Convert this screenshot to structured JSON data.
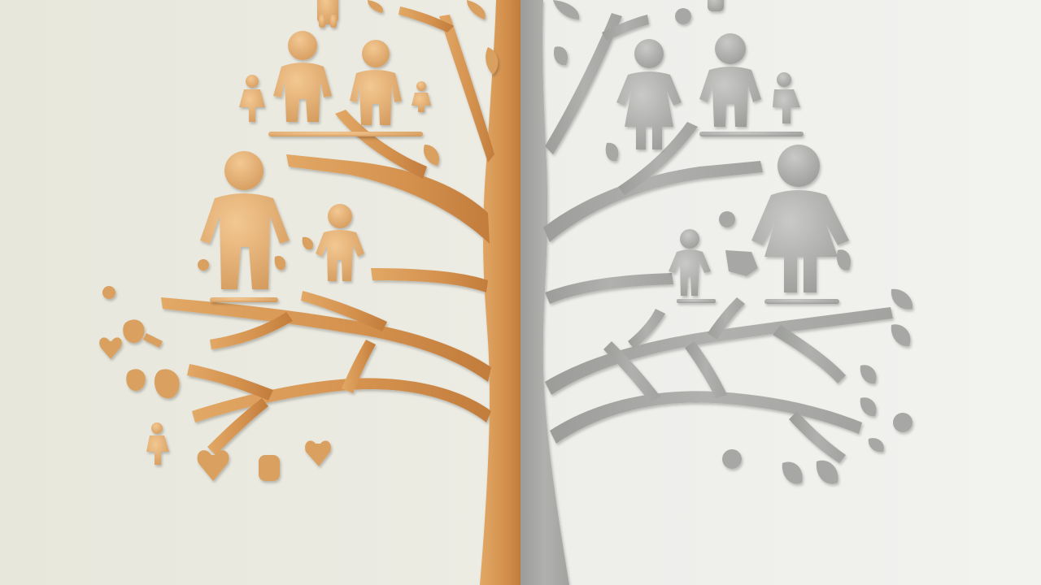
{
  "illustration": {
    "subject": "family-tree",
    "halves": [
      {
        "side": "left",
        "tone": "warm",
        "color": "#d79a58"
      },
      {
        "side": "right",
        "tone": "neutral",
        "color": "#a9aaa7"
      }
    ],
    "background": "#ecece4",
    "icons": [
      "tree-icon",
      "person-icon",
      "heart-icon",
      "leaf-icon"
    ]
  }
}
